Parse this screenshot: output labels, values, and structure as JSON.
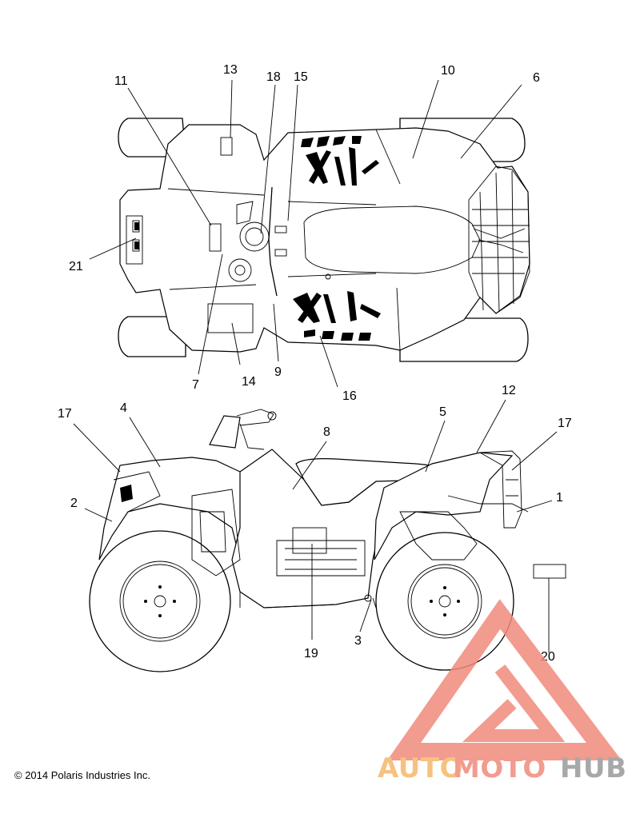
{
  "callouts": {
    "c1": "1",
    "c2": "2",
    "c3": "3",
    "c4": "4",
    "c5": "5",
    "c6": "6",
    "c7": "7",
    "c8": "8",
    "c9": "9",
    "c10": "10",
    "c11": "11",
    "c12": "12",
    "c13": "13",
    "c14": "14",
    "c15": "15",
    "c16": "16",
    "c17a": "17",
    "c17b": "17",
    "c18": "18",
    "c19": "19",
    "c20": "20",
    "c21": "21"
  },
  "footer": {
    "copyright": "© 2014 Polaris Industries Inc."
  },
  "watermark": {
    "part1": "AUTO",
    "part2": "MOTO",
    "part3": "HUB"
  },
  "colors": {
    "line": "#000000",
    "watermark_red": "#f08a7c",
    "watermark_orange": "#f5b86a",
    "watermark_gray": "#9a9a9a"
  }
}
